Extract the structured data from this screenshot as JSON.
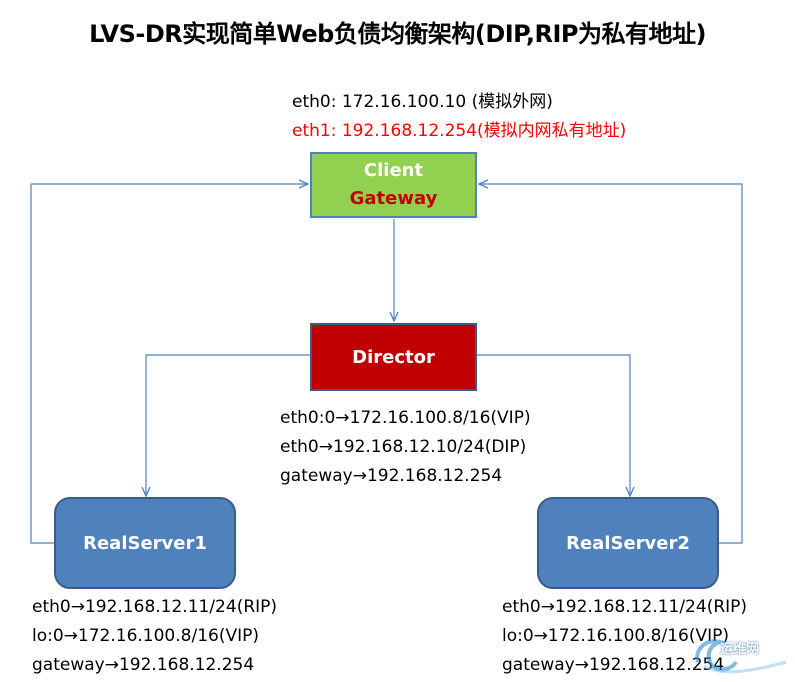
{
  "title": "LVS-DR实现简单Web负债均衡架构(DIP,RIP为私有地址)",
  "client": {
    "line1": "Client",
    "line2": "Gateway",
    "info": [
      "eth0: 172.16.100.10 (模拟外网)",
      "eth1: 192.168.12.254(模拟内网私有地址)"
    ]
  },
  "director": {
    "label": "Director",
    "info": [
      "eth0:0→172.16.100.8/16(VIP)",
      "eth0→192.168.12.10/24(DIP)",
      "gateway→192.168.12.254"
    ]
  },
  "realserver1": {
    "label": "RealServer1",
    "info": [
      "eth0→192.168.12.11/24(RIP)",
      "lo:0→172.16.100.8/16(VIP)",
      "gateway→192.168.12.254"
    ]
  },
  "realserver2": {
    "label": "RealServer2",
    "info": [
      "eth0→192.168.12.11/24(RIP)",
      "lo:0→172.16.100.8/16(VIP)",
      "gateway→192.168.12.254"
    ]
  },
  "watermark": {
    "text": "运维网"
  },
  "colors": {
    "client_fill": "#92d050",
    "gateway_text": "#c00000",
    "director_fill": "#c00000",
    "server_fill": "#4f81bd",
    "connector": "#4f81bd",
    "eth1_text": "#ff0000"
  }
}
